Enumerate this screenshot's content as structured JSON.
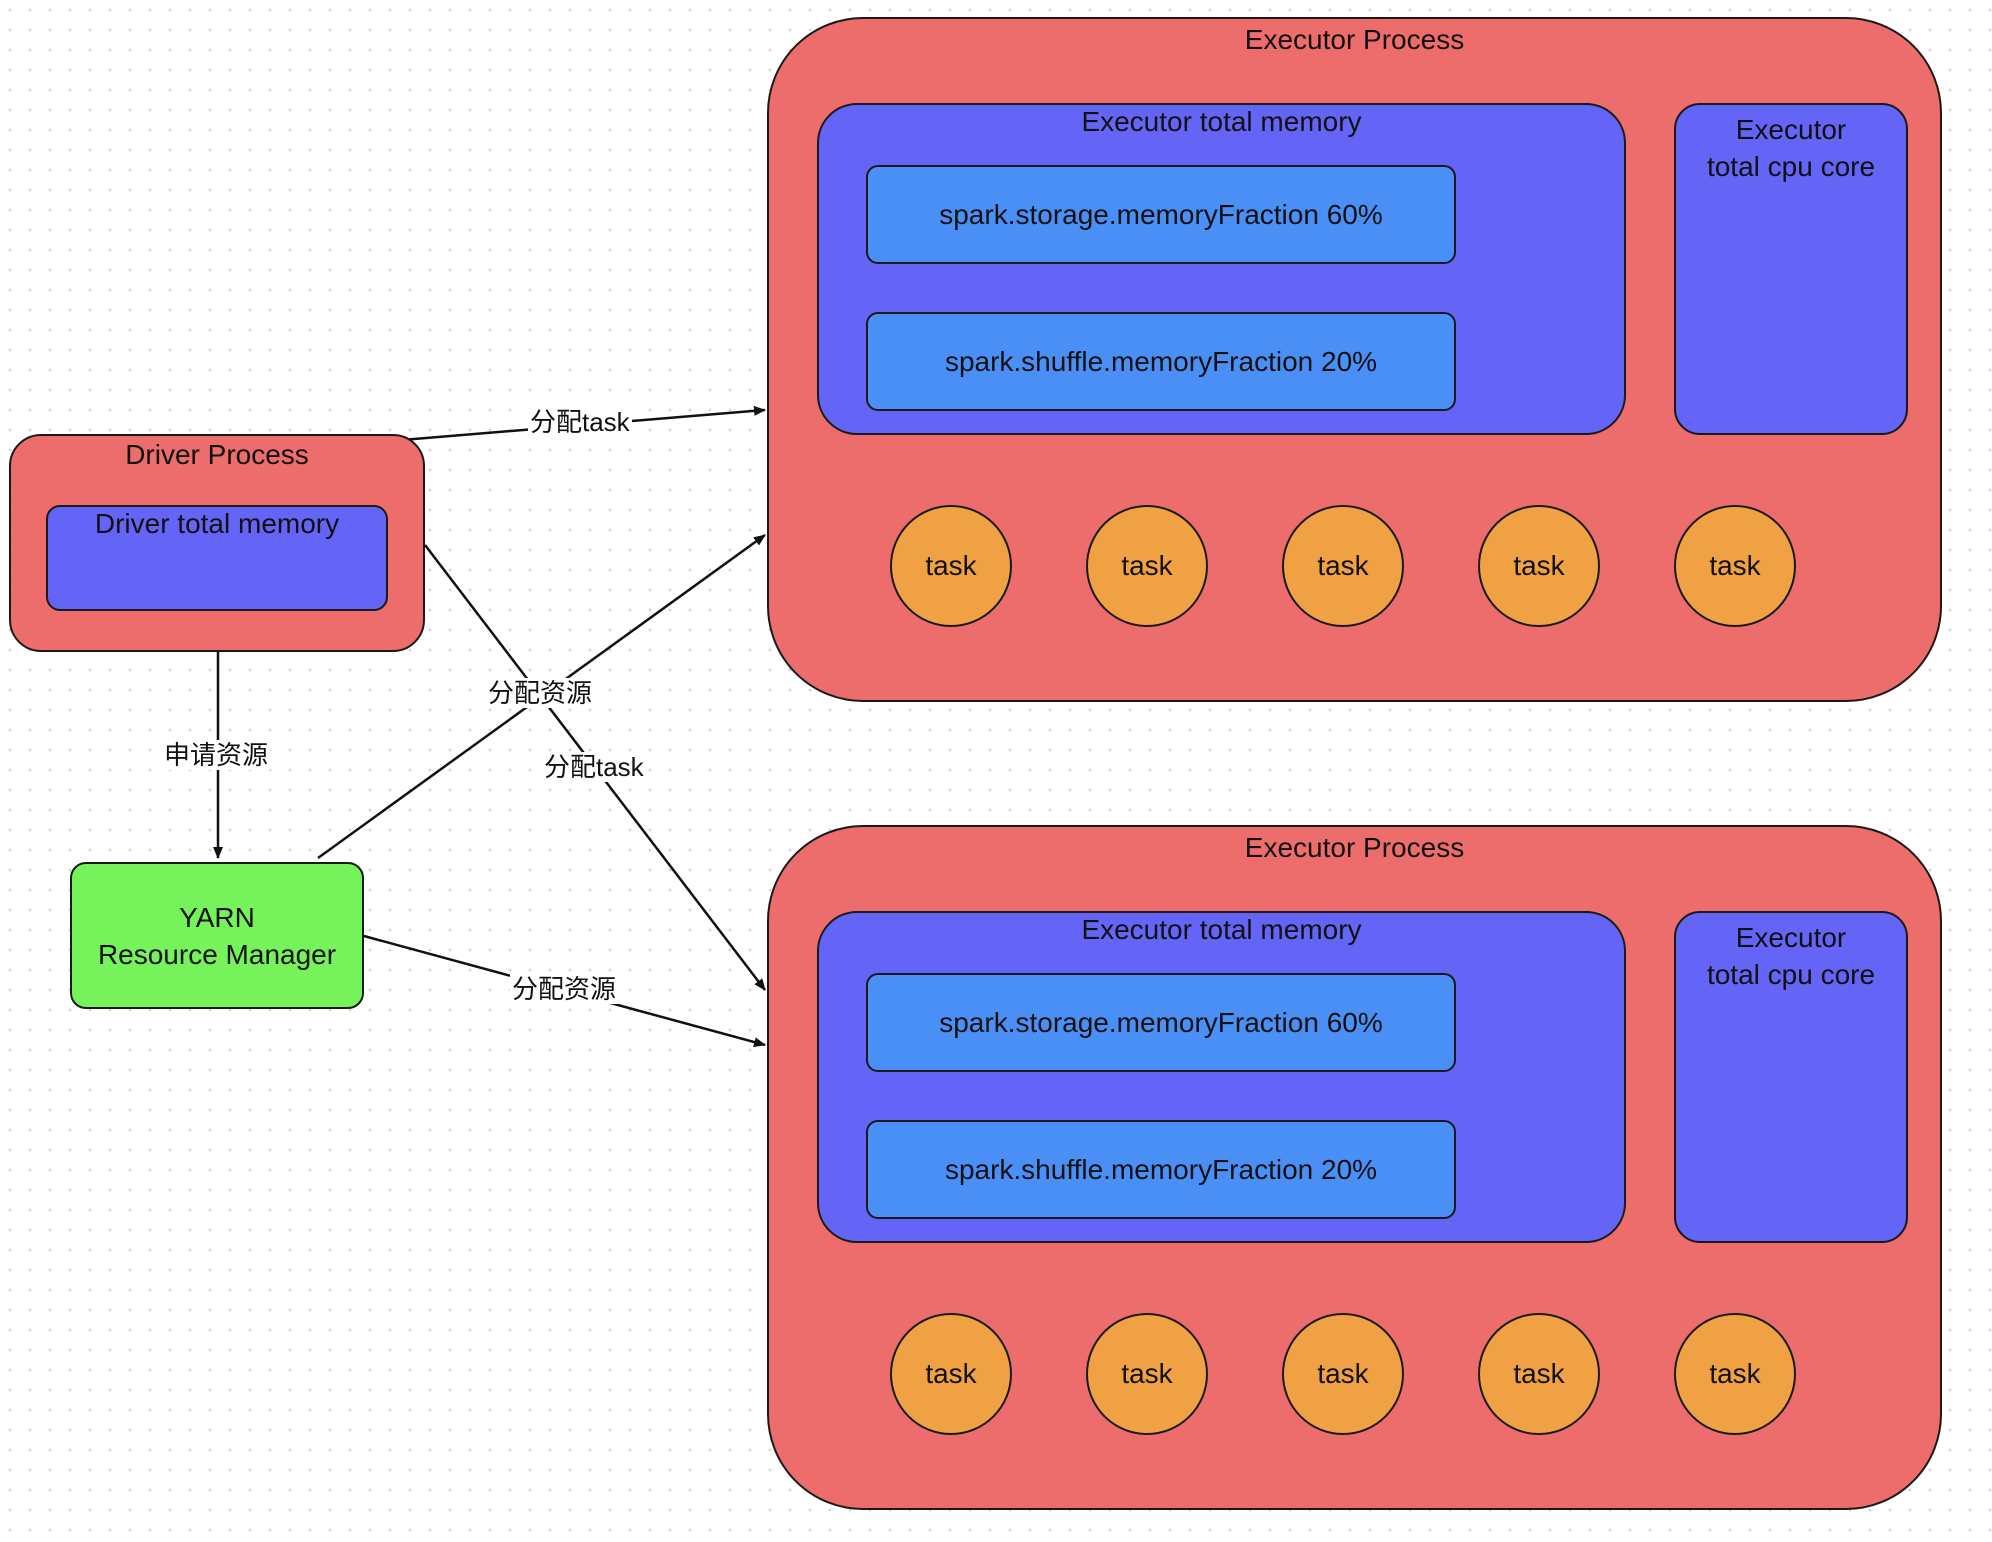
{
  "colors": {
    "process_fill": "#ec6d6b",
    "memory_fill": "#6464f6",
    "fraction_fill": "#4a8ff5",
    "task_fill": "#f0a144",
    "yarn_fill": "#76f25a",
    "stroke": "#1a1a1a"
  },
  "driver": {
    "title": "Driver Process",
    "memory_label": "Driver total memory"
  },
  "yarn": {
    "line1": "YARN",
    "line2": "Resource Manager"
  },
  "executors": [
    {
      "title": "Executor Process",
      "memory_title": "Executor total memory",
      "storage_fraction": "spark.storage.memoryFraction 60%",
      "shuffle_fraction": "spark.shuffle.memoryFraction 20%",
      "cpu_line1": "Executor",
      "cpu_line2": "total cpu core",
      "tasks": [
        "task",
        "task",
        "task",
        "task",
        "task"
      ]
    },
    {
      "title": "Executor Process",
      "memory_title": "Executor total memory",
      "storage_fraction": "spark.storage.memoryFraction 60%",
      "shuffle_fraction": "spark.shuffle.memoryFraction 20%",
      "cpu_line1": "Executor",
      "cpu_line2": "total cpu core",
      "tasks": [
        "task",
        "task",
        "task",
        "task",
        "task"
      ]
    }
  ],
  "edges": {
    "driver_to_exec1": "分配task",
    "driver_to_exec2": "分配task",
    "driver_to_yarn": "申请资源",
    "yarn_to_exec1": "分配资源",
    "yarn_to_exec2": "分配资源"
  }
}
